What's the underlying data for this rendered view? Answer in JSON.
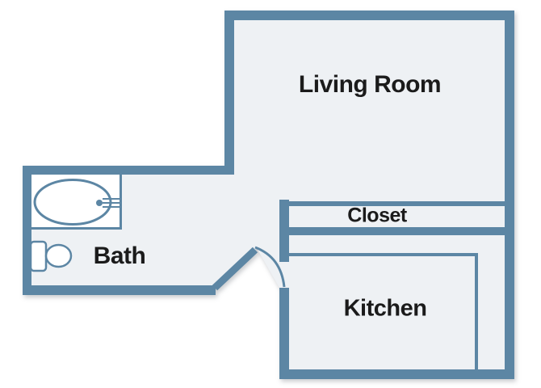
{
  "rooms": [
    {
      "id": "living-room",
      "label": "Living Room"
    },
    {
      "id": "closet",
      "label": "Closet"
    },
    {
      "id": "bath",
      "label": "Bath"
    },
    {
      "id": "kitchen",
      "label": "Kitchen"
    }
  ],
  "fixtures": [
    {
      "icon": "bathtub-icon"
    },
    {
      "icon": "toilet-icon"
    },
    {
      "icon": "door-swing-icon"
    }
  ],
  "colors": {
    "wall": "#5c86a4",
    "floor": "#eef1f4",
    "fixture_fill": "#ffffff",
    "background": "#ffffff",
    "label_text": "#1b1b1b"
  }
}
